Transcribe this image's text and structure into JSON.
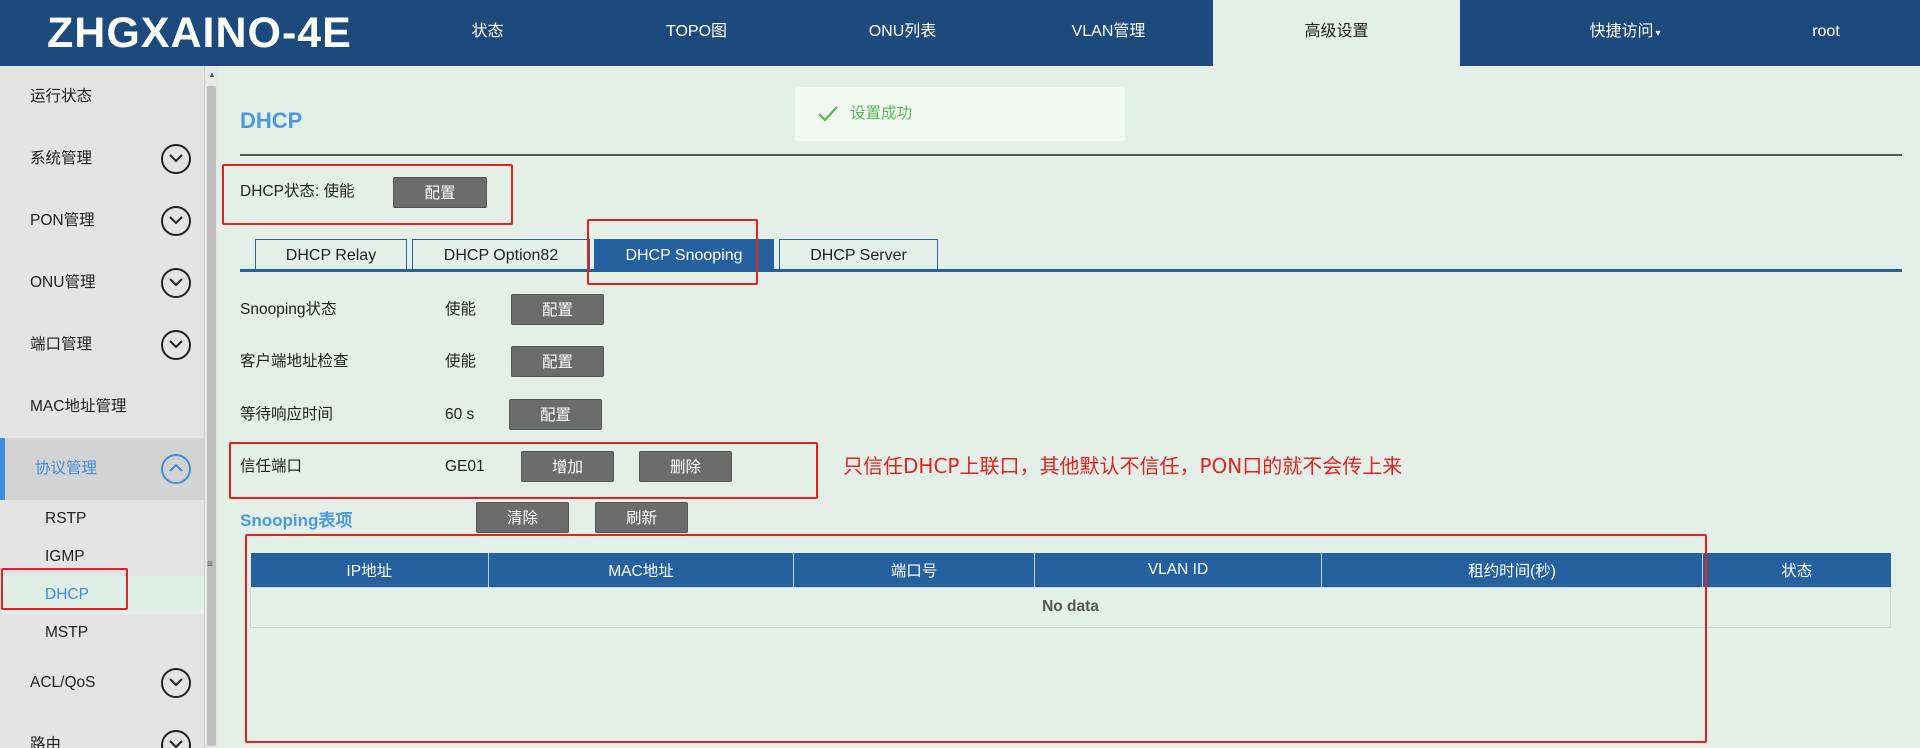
{
  "header": {
    "logo": "ZHGXAINO-4E",
    "nav": [
      {
        "label": "状态"
      },
      {
        "label": "TOPO图"
      },
      {
        "label": "ONU列表"
      },
      {
        "label": "VLAN管理"
      },
      {
        "label": "高级设置"
      },
      {
        "label": "快捷访问"
      },
      {
        "label": "root"
      }
    ],
    "active_nav": "高级设置"
  },
  "sidebar": {
    "items": [
      {
        "label": "运行状态",
        "expandable": false
      },
      {
        "label": "系统管理",
        "expandable": true
      },
      {
        "label": "PON管理",
        "expandable": true
      },
      {
        "label": "ONU管理",
        "expandable": true
      },
      {
        "label": "端口管理",
        "expandable": true
      },
      {
        "label": "MAC地址管理",
        "expandable": false
      },
      {
        "label": "协议管理",
        "expandable": true,
        "expanded": true
      },
      {
        "label": "ACL/QoS",
        "expandable": true
      },
      {
        "label": "路由",
        "expandable": true
      }
    ],
    "subitems": [
      {
        "label": "RSTP"
      },
      {
        "label": "IGMP"
      },
      {
        "label": "DHCP"
      },
      {
        "label": "MSTP"
      }
    ],
    "active_subitem": "DHCP"
  },
  "page": {
    "title": "DHCP",
    "toast": "设置成功",
    "dhcp_status_label": "DHCP状态: 使能",
    "config_button": "配置"
  },
  "tabs": [
    {
      "label": "DHCP Relay"
    },
    {
      "label": "DHCP Option82"
    },
    {
      "label": "DHCP Snooping"
    },
    {
      "label": "DHCP Server"
    }
  ],
  "active_tab": "DHCP Snooping",
  "snooping": {
    "rows": [
      {
        "label": "Snooping状态",
        "value": "使能",
        "button": "配置"
      },
      {
        "label": "客户端地址检查",
        "value": "使能",
        "button": "配置"
      },
      {
        "label": "等待响应时间",
        "value": "60 s",
        "button": "配置"
      }
    ],
    "trust_port": {
      "label": "信任端口",
      "value": "GE01",
      "add_button": "增加",
      "delete_button": "删除"
    },
    "table_title": "Snooping表项",
    "clear_button": "清除",
    "refresh_button": "刷新",
    "columns": [
      "IP地址",
      "MAC地址",
      "端口号",
      "VLAN ID",
      "租约时间(秒)",
      "状态"
    ],
    "empty_text": "No data"
  },
  "annotation": "只信任DHCP上联口，其他默认不信任，PON口的就不会传上来",
  "colors": {
    "header_bg": "#1d4a7c",
    "accent": "#4b9ae0",
    "tab_active": "#25609f",
    "button": "#6c6c6c",
    "success": "#5cb85c",
    "annotation": "#e52222",
    "page_bg": "#e3efe7"
  }
}
